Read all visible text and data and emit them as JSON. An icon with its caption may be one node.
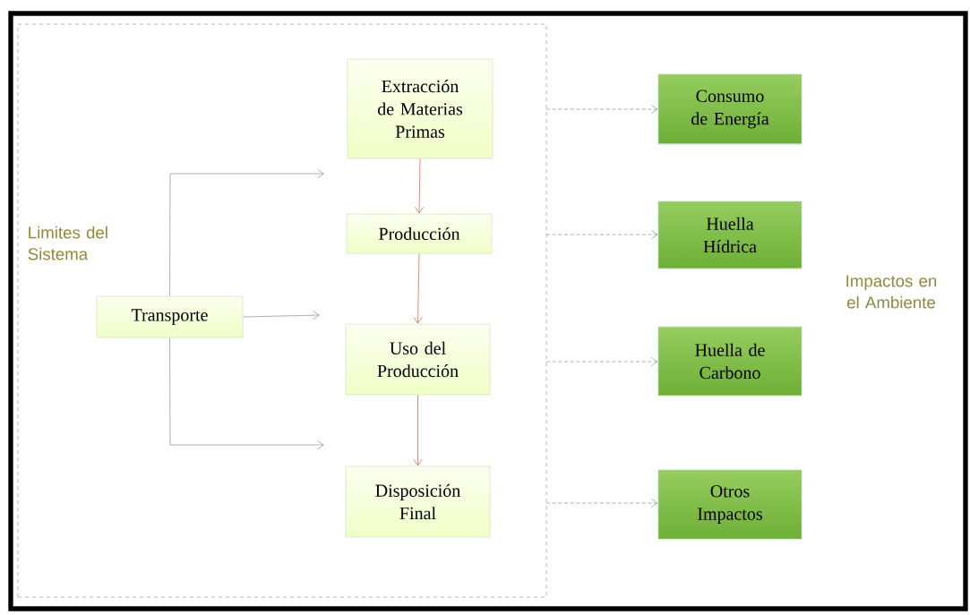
{
  "diagram": {
    "nodes": [
      {
        "text": [
          "Limites del Sistema"
        ]
      },
      {
        "text": [
          "Transporte"
        ],
        "in": 0
      },
      {
        "text": [
          "Extracción de Materias Primas"
        ],
        "in": 0
      },
      {
        "text": [
          "Producción"
        ],
        "in": 0
      },
      {
        "text": [
          "Uso del Producción"
        ],
        "in": 0
      },
      {
        "text": [
          "Disposición Final"
        ],
        "in": 0
      },
      {
        "text": [
          "Consumo de Energía"
        ]
      },
      {
        "text": [
          "Huella Hídrica"
        ]
      },
      {
        "text": [
          "Huella de Carbono"
        ]
      },
      {
        "text": [
          "Otros Impactos"
        ]
      }
    ],
    "edges": [
      {
        "from": 1,
        "to": null,
        "arrow": "to"
      },
      {
        "from": 1,
        "to": null,
        "arrow": "to"
      },
      {
        "from": 1,
        "to": null,
        "arrow": "to"
      },
      {
        "from": 2,
        "to": 3,
        "arrow": "to",
        "color": "#d9704f"
      },
      {
        "from": 3,
        "to": 4,
        "arrow": "to",
        "color": "#d9704f"
      },
      {
        "from": 4,
        "to": 5,
        "arrow": "to",
        "color": "#d9704f"
      },
      {
        "from": 0,
        "to": 6,
        "arrow": "to",
        "style": "dashed"
      },
      {
        "from": 0,
        "to": 7,
        "arrow": "to",
        "style": "dashed"
      },
      {
        "from": 0,
        "to": 8,
        "arrow": "to",
        "style": "dashed"
      },
      {
        "from": 0,
        "to": 9,
        "arrow": "to",
        "style": "dashed"
      }
    ],
    "labels": [
      "Impactos en el Ambiente"
    ]
  }
}
